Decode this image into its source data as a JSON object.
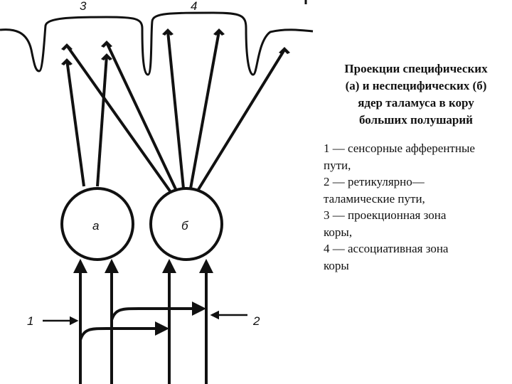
{
  "diagram": {
    "labels": {
      "zone3": "3",
      "zone4": "4",
      "nucleus_a": "а",
      "nucleus_b": "б",
      "path1": "1",
      "path2": "2"
    }
  },
  "caption": {
    "title_lines": [
      "Проекции специфических",
      "(а) и неспецифических (б)",
      "ядер таламуса в кору",
      "больших полушарий"
    ],
    "legend": [
      "1 — сенсорные афферентные\nпути,",
      "2 — ретикулярно—\nталамические пути,",
      "3 — проекционная зона\nкоры,",
      "4 — ассоциативная зона\nкоры"
    ]
  }
}
